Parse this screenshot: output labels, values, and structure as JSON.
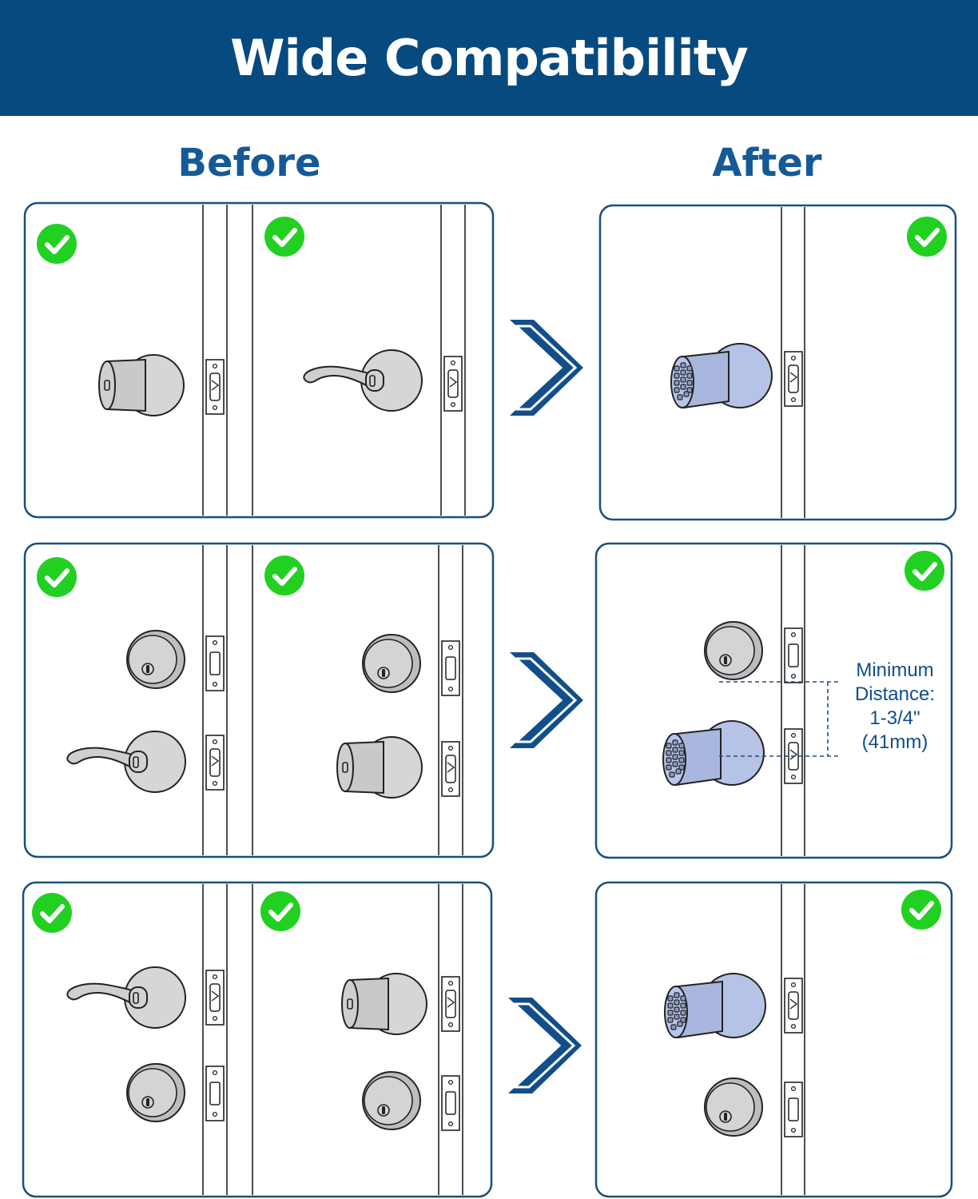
{
  "banner": {
    "title": "Wide Compatibility"
  },
  "columns": {
    "before": "Before",
    "after": "After"
  },
  "rows": [
    {
      "before": [
        {
          "hardware": [
            "knob"
          ]
        },
        {
          "hardware": [
            "lever"
          ]
        }
      ],
      "after": {
        "hardware": [
          "smart-lock"
        ]
      }
    },
    {
      "before": [
        {
          "hardware": [
            "deadbolt",
            "lever"
          ]
        },
        {
          "hardware": [
            "deadbolt",
            "knob"
          ]
        }
      ],
      "after": {
        "hardware": [
          "deadbolt",
          "smart-lock"
        ]
      }
    },
    {
      "before": [
        {
          "hardware": [
            "lever",
            "deadbolt"
          ]
        },
        {
          "hardware": [
            "knob",
            "deadbolt"
          ]
        }
      ],
      "after": {
        "hardware": [
          "smart-lock",
          "deadbolt"
        ]
      }
    }
  ],
  "distance_note": {
    "line1": "Minimum",
    "line2": "Distance:",
    "line3": "1-3/4\"",
    "line4": "(41mm)"
  },
  "colors": {
    "banner": "#074a80",
    "heading": "#155a96",
    "panel_border": "#1b4f7d",
    "check_green": "#22d022",
    "arrow_blue": "#124e8a",
    "metal_gray": "#cfcfcf",
    "smart_lock_blue": "#b3c1e6"
  },
  "icons": [
    "check-circle-icon",
    "chevron-arrow-icon"
  ]
}
